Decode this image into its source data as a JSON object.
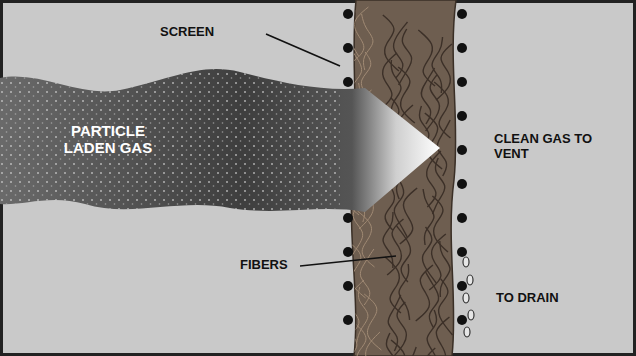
{
  "diagram": {
    "labels": [
      "SCREEN",
      "PARTICLE LADEN GAS",
      "CLEAN GAS TO VENT",
      "FIBERS",
      "TO DRAIN"
    ]
  }
}
